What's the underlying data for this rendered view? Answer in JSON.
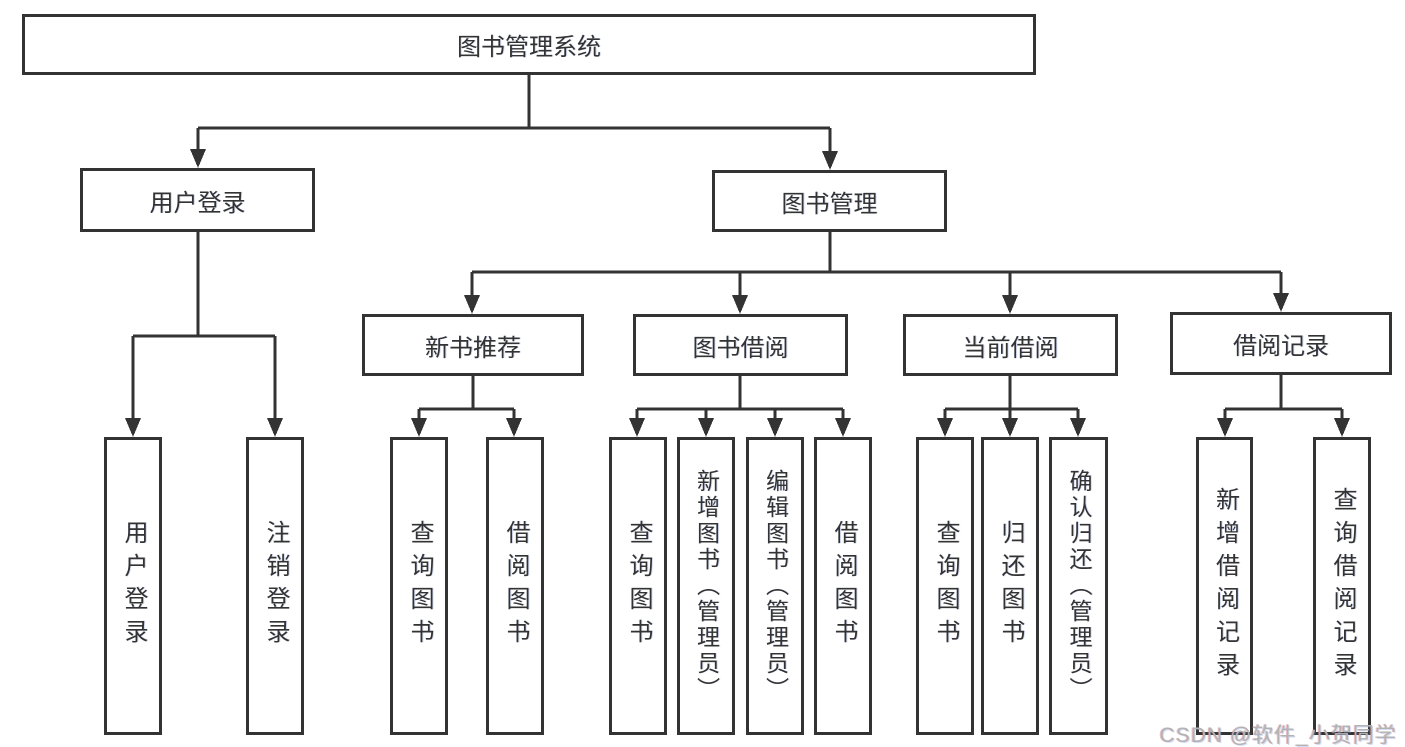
{
  "tree": {
    "label": "图书管理系统",
    "children": [
      {
        "label": "用户登录",
        "children": [
          {
            "label": "用户登录"
          },
          {
            "label": "注销登录"
          }
        ]
      },
      {
        "label": "图书管理",
        "children": [
          {
            "label": "新书推荐",
            "children": [
              {
                "label": "查询图书"
              },
              {
                "label": "借阅图书"
              }
            ]
          },
          {
            "label": "图书借阅",
            "children": [
              {
                "label": "查询图书"
              },
              {
                "label": "新增图书（管理员）"
              },
              {
                "label": "编辑图书（管理员）"
              },
              {
                "label": "借阅图书"
              }
            ]
          },
          {
            "label": "当前借阅",
            "children": [
              {
                "label": "查询图书"
              },
              {
                "label": "归还图书"
              },
              {
                "label": "确认归还（管理员）"
              }
            ]
          },
          {
            "label": "借阅记录",
            "children": [
              {
                "label": "新增借阅记录"
              },
              {
                "label": "查询借阅记录"
              }
            ]
          }
        ]
      }
    ]
  },
  "watermark": {
    "text": "CSDN @软件_小贺同学",
    "color": "#b3b3b3"
  },
  "colors": {
    "line": "#333333",
    "box_border": "#333333",
    "box_background": "#ffffff",
    "text": "#333333",
    "page_background": "#ffffff"
  }
}
